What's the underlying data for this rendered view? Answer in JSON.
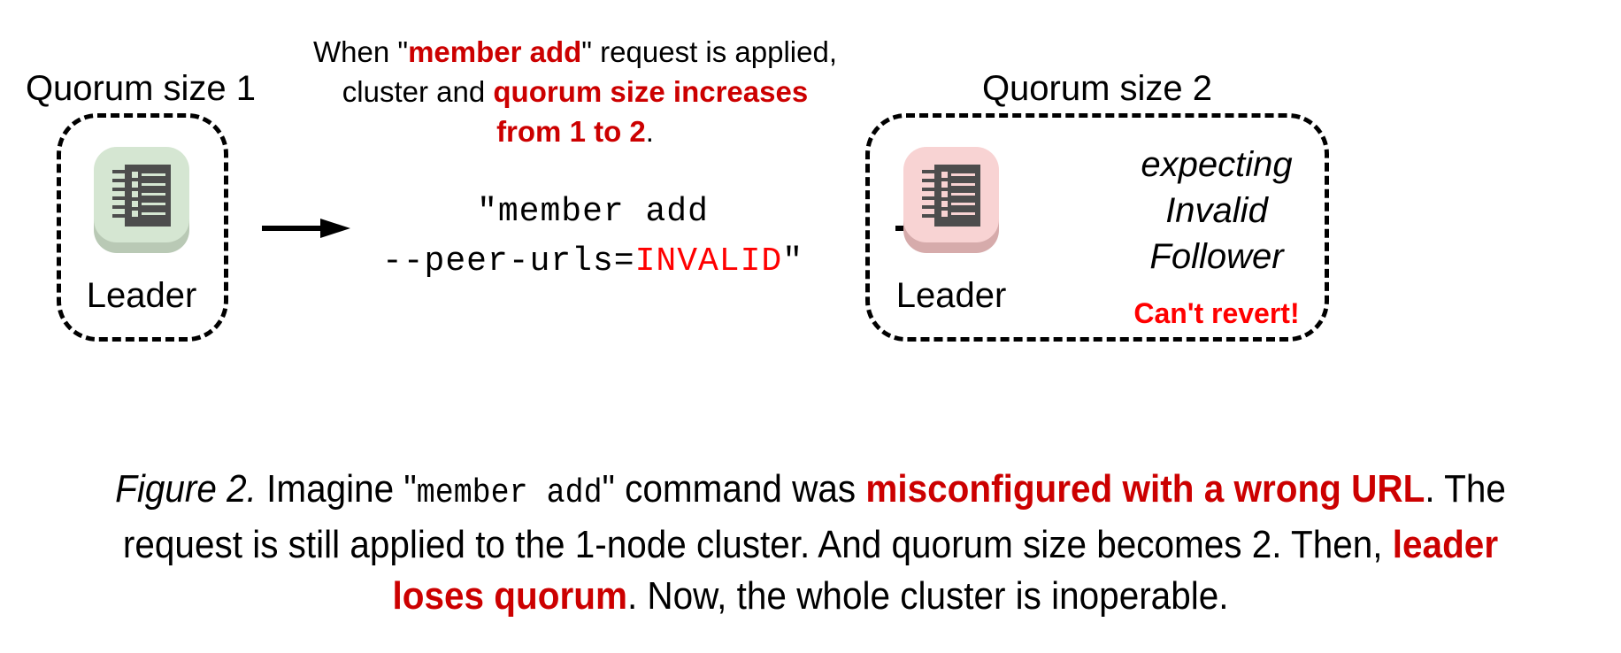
{
  "figure": {
    "explain": {
      "line1_pre": "When \"",
      "line1_strong": "member add",
      "line1_post": "\" request is applied,",
      "line2_pre": "cluster and ",
      "line2_strong": "quorum size increases",
      "line3_strong": "from 1 to 2",
      "line3_post": "."
    },
    "command": {
      "line1": "\"member add",
      "line2_pre": "--peer-urls=",
      "line2_invalid": "INVALID",
      "line2_post": "\""
    },
    "left_cluster": {
      "quorum_label": "Quorum size 1",
      "node_role": "Leader",
      "icon": "ledger-icon",
      "tile_color": "#d5e6d2",
      "shadow_color": "#b9c9b5"
    },
    "right_cluster": {
      "quorum_label": "Quorum size 2",
      "node_role": "Leader",
      "icon": "ledger-icon",
      "tile_color": "#f8d3d3",
      "shadow_color": "#d6abab",
      "status_line1": "expecting",
      "status_line2": "Invalid",
      "status_line3": "Follower",
      "warning": "Can't revert!",
      "warning_color": "#ff0000"
    },
    "arrows": {
      "arrow1": "arrow-right-icon",
      "arrow2": "arrow-right-icon"
    },
    "caption": {
      "fig_no": "Figure 2.",
      "seg1": " Imagine \"",
      "seg_mono": "member add",
      "seg2": "\" command was ",
      "seg_strong1": "misconfigured with a wrong URL",
      "seg3": ". The request is still applied to the 1-node cluster. And quorum size becomes 2. Then, ",
      "seg_strong2": "leader loses quorum",
      "seg4": ". Now, the whole cluster is inoperable."
    },
    "colors": {
      "accent_red": "#cc0000",
      "bright_red": "#ff0000",
      "ink": "#000000",
      "paper": "#ffffff"
    }
  }
}
